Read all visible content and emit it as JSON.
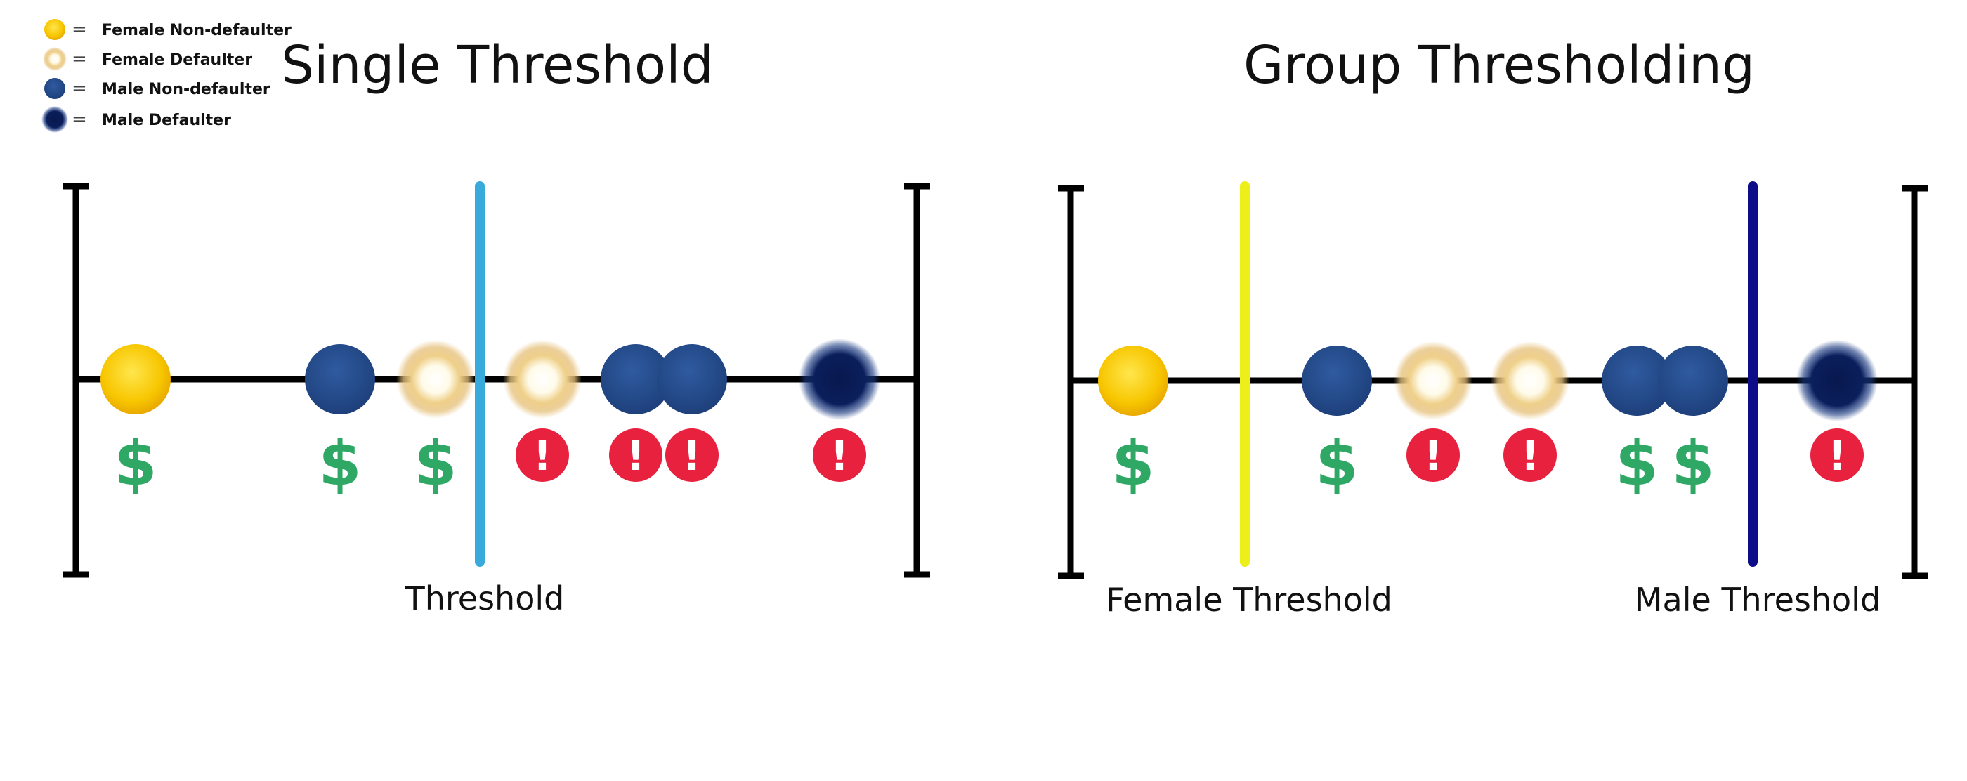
{
  "legend": [
    {
      "label": "Female Non-defaulter",
      "kind": "female-non-defaulter"
    },
    {
      "label": "Female Defaulter",
      "kind": "female-defaulter"
    },
    {
      "label": "Male Non-defaulter",
      "kind": "male-non-defaulter"
    },
    {
      "label": "Male Defaulter",
      "kind": "male-defaulter"
    }
  ],
  "colors": {
    "female": "#f7c600",
    "female_defaulter": "#e7c27a",
    "male": "#234a8a",
    "male_defaulter": "#0a1f5c",
    "single_threshold": "#38aadc",
    "female_threshold": "#eeee1a",
    "male_threshold": "#0d0d8a",
    "approve": "#2fa866",
    "deny": "#e8213f"
  },
  "panels": [
    {
      "title": "Single Threshold",
      "items": [
        {
          "kind": "female-non-defaulter",
          "outcome": "approve"
        },
        {
          "kind": "male-non-defaulter",
          "outcome": "approve"
        },
        {
          "kind": "female-defaulter",
          "outcome": "approve"
        },
        {
          "kind": "female-defaulter",
          "outcome": "deny"
        },
        {
          "kind": "male-non-defaulter",
          "outcome": "deny"
        },
        {
          "kind": "male-non-defaulter",
          "outcome": "deny"
        },
        {
          "kind": "male-defaulter",
          "outcome": "deny"
        }
      ],
      "thresholds": [
        {
          "label": "Threshold",
          "color_key": "single_threshold"
        }
      ]
    },
    {
      "title": "Group Thresholding",
      "items": [
        {
          "kind": "female-non-defaulter",
          "outcome": "approve"
        },
        {
          "kind": "male-non-defaulter",
          "outcome": "approve"
        },
        {
          "kind": "female-defaulter",
          "outcome": "deny"
        },
        {
          "kind": "female-defaulter",
          "outcome": "deny"
        },
        {
          "kind": "male-non-defaulter",
          "outcome": "approve"
        },
        {
          "kind": "male-non-defaulter",
          "outcome": "approve"
        },
        {
          "kind": "male-defaulter",
          "outcome": "deny"
        }
      ],
      "thresholds": [
        {
          "label": "Female Threshold",
          "color_key": "female_threshold"
        },
        {
          "label": "Male Threshold",
          "color_key": "male_threshold"
        }
      ]
    }
  ],
  "symbols": {
    "approve": "$",
    "deny": "!"
  }
}
